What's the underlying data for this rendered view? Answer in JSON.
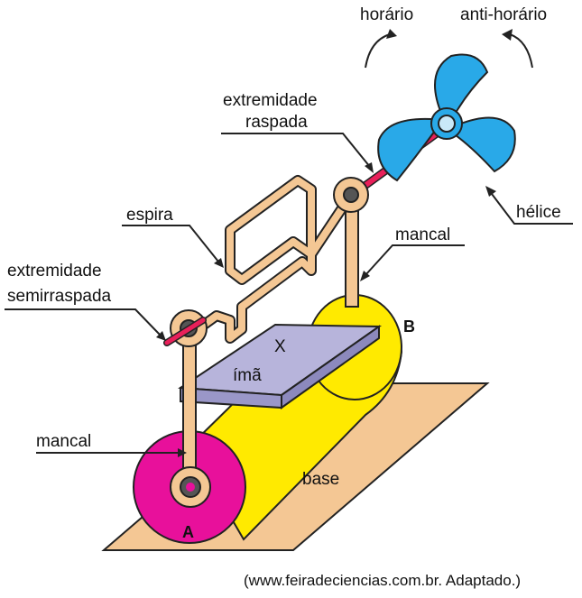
{
  "labels": {
    "horario": "horário",
    "anti_horario": "anti-horário",
    "extremidade_raspada_1": "extremidade",
    "extremidade_raspada_2": "raspada",
    "helice": "hélice",
    "espira": "espira",
    "mancal_right": "mancal",
    "extremidade_semi_1": "extremidade",
    "extremidade_semi_2": "semirraspada",
    "b": "B",
    "x": "X",
    "ima": "ímã",
    "mancal_left": "mancal",
    "base": "base",
    "a": "A",
    "source": "(www.feiradeciencias.com.br. Adaptado.)"
  },
  "colors": {
    "base": "#f4c794",
    "copper": "#f4c794",
    "yellow": "#ffea00",
    "magenta": "#e8109b",
    "magnet": "#b7b4db",
    "fan": "#29a9e8",
    "shaft": "#e8205a",
    "outline": "#222222"
  }
}
